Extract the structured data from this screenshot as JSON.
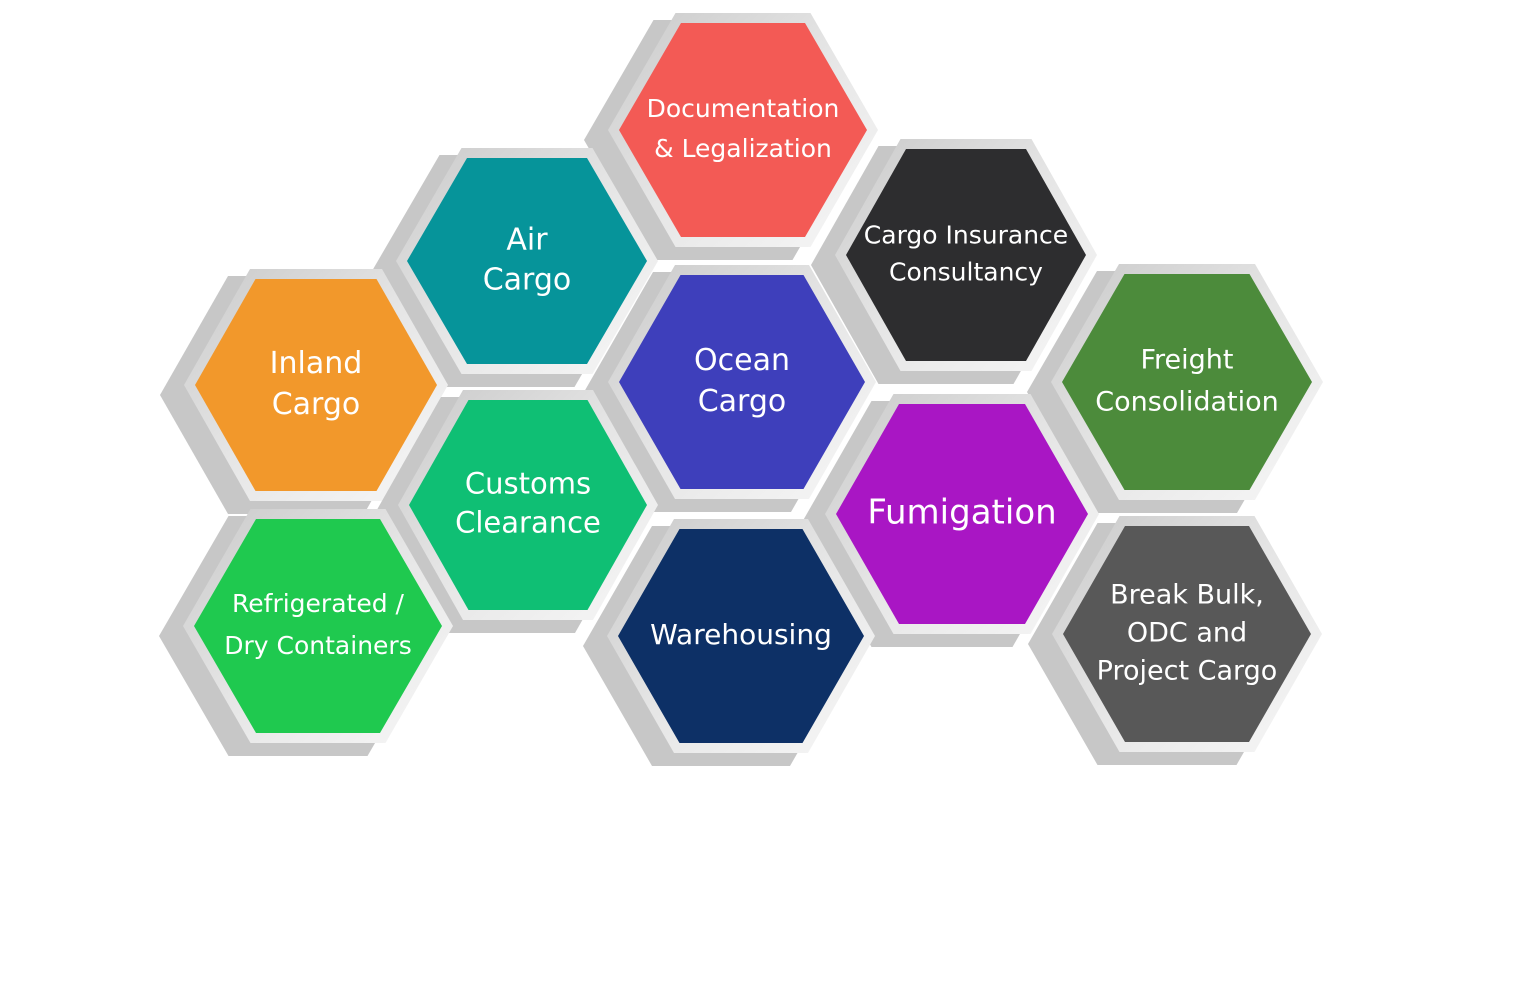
{
  "hexagons": [
    {
      "id": "documentation",
      "lines": [
        "Documentation",
        "& Legalization"
      ],
      "color": "#f35a55"
    },
    {
      "id": "air-cargo",
      "lines": [
        "Air",
        "Cargo"
      ],
      "color": "#06949a"
    },
    {
      "id": "cargo-insurance",
      "lines": [
        "Cargo Insurance",
        "Consultancy"
      ],
      "color": "#2d2d2f"
    },
    {
      "id": "inland-cargo",
      "lines": [
        "Inland",
        "Cargo"
      ],
      "color": "#f2982b"
    },
    {
      "id": "ocean-cargo",
      "lines": [
        "Ocean",
        "Cargo"
      ],
      "color": "#3e3fbb"
    },
    {
      "id": "freight-consolidation",
      "lines": [
        "Freight",
        "Consolidation"
      ],
      "color": "#4c8b3b"
    },
    {
      "id": "customs-clearance",
      "lines": [
        "Customs",
        "Clearance"
      ],
      "color": "#0fbf74"
    },
    {
      "id": "fumigation",
      "lines": [
        "Fumigation"
      ],
      "color": "#a916c4"
    },
    {
      "id": "refrigerated",
      "lines": [
        "Refrigerated /",
        "Dry Containers"
      ],
      "color": "#1fc94f"
    },
    {
      "id": "warehousing",
      "lines": [
        "Warehousing"
      ],
      "color": "#0d3066"
    },
    {
      "id": "break-bulk",
      "lines": [
        "Break Bulk,",
        "ODC and",
        "Project Cargo"
      ],
      "color": "#585858"
    }
  ]
}
